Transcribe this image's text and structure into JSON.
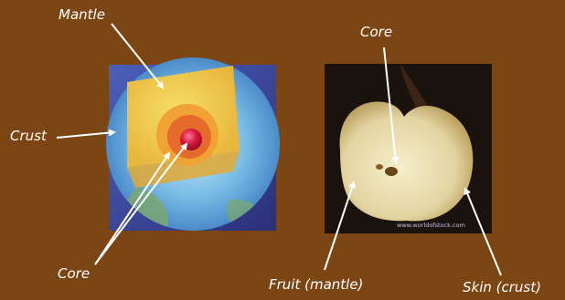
{
  "labels": {
    "earth_mantle": "Mantle",
    "earth_crust": "Crust",
    "earth_core": "Core",
    "apple_core": "Core",
    "apple_fruit": "Fruit (mantle)",
    "apple_skin": "Skin (crust)"
  },
  "watermark": "www.worldofstock.com",
  "colors": {
    "background": "#7b4614",
    "label_text": "#ffffff",
    "arrow": "#ffffff"
  }
}
